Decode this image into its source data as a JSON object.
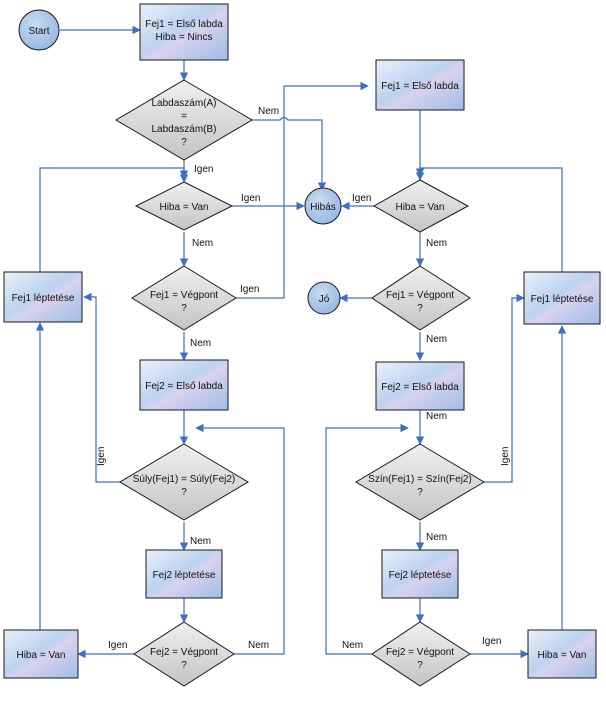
{
  "nodes": {
    "start": {
      "label": "Start"
    },
    "init": {
      "lines": [
        "Fej1 = Első labda",
        "Hiba = Nincs"
      ]
    },
    "labdaszam": {
      "lines": [
        "Labdaszám(A)",
        "=",
        "Labdaszám(B)",
        "?"
      ]
    },
    "hibas": {
      "label": "Hibás"
    },
    "jo": {
      "label": "Jó"
    },
    "left_hiba_check": {
      "label": "Hiba = Van"
    },
    "left_fej1_vegpont": {
      "lines": [
        "Fej1 = Végpont",
        "?"
      ]
    },
    "left_fej2_init": {
      "label": "Fej2 = Első labda"
    },
    "left_suly": {
      "lines": [
        "Súly(Fej1) = Súly(Fej2)",
        "?"
      ]
    },
    "left_fej2_step": {
      "label": "Fej2 léptetése"
    },
    "left_fej2_vegpont": {
      "lines": [
        "Fej2 = Végpont",
        "?"
      ]
    },
    "left_set_hiba": {
      "label": "Hiba = Van"
    },
    "left_fej1_step": {
      "label": "Fej1 léptetése"
    },
    "right_fej1_init": {
      "label": "Fej1 = Első labda"
    },
    "right_hiba_check": {
      "label": "Hiba = Van"
    },
    "right_fej1_vegpont": {
      "lines": [
        "Fej1 = Végpont",
        "?"
      ]
    },
    "right_fej2_init": {
      "label": "Fej2 = Első labda"
    },
    "right_szin": {
      "lines": [
        "Szín(Fej1) = Szín(Fej2)",
        "?"
      ]
    },
    "right_fej2_step": {
      "label": "Fej2 léptetése"
    },
    "right_fej2_vegpont": {
      "lines": [
        "Fej2 = Végpont",
        "?"
      ]
    },
    "right_set_hiba": {
      "label": "Hiba = Van"
    },
    "right_fej1_step": {
      "label": "Fej1 léptetése"
    }
  },
  "edge_labels": {
    "labdaszam_nem": "Nem",
    "labdaszam_igen": "Igen",
    "left_hiba_igen": "Igen",
    "left_hiba_nem": "Nem",
    "left_vegpont_igen": "Igen",
    "left_vegpont_nem": "Nem",
    "left_suly_igen": "Igen",
    "left_suly_nem": "Nem",
    "left_fej2vp_igen": "Igen",
    "left_fej2vp_nem": "Nem",
    "right_hiba_igen": "Igen",
    "right_hiba_nem": "Nem",
    "right_vegpont_nem": "Nem",
    "right_fej2init_nem": "Nem",
    "right_szin_igen": "Igen",
    "right_szin_nem": "Nem",
    "right_fej2vp_nem": "Nem",
    "right_fej2vp_igen": "Igen"
  }
}
